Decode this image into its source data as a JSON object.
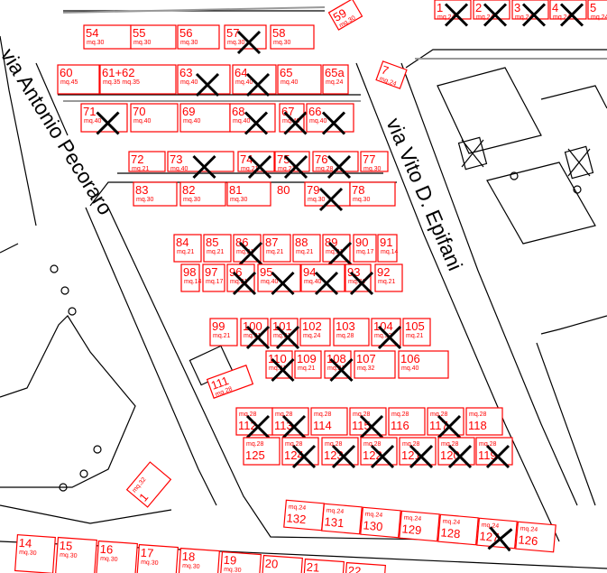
{
  "streets": {
    "left": "via Antonio Pecoraro",
    "right": "via Vito D. Epifani"
  },
  "colors": {
    "lot_outline": "#ff0000",
    "roads": "#000000",
    "cross": "#000000"
  },
  "lots": [
    {
      "n": "54",
      "a": "mq.30",
      "x": false
    },
    {
      "n": "55",
      "a": "mq.30",
      "x": false
    },
    {
      "n": "56",
      "a": "mq.30",
      "x": false
    },
    {
      "n": "57",
      "a": "mq.30",
      "x": true
    },
    {
      "n": "58",
      "a": "mq.30",
      "x": false
    },
    {
      "n": "59",
      "a": "mq.30",
      "x": false
    },
    {
      "n": "60",
      "a": "mq.45",
      "x": false
    },
    {
      "n": "61+62",
      "a": "mq.35   mq.35",
      "x": false
    },
    {
      "n": "63",
      "a": "mq.40",
      "x": true
    },
    {
      "n": "64",
      "a": "mq.40",
      "x": true
    },
    {
      "n": "65",
      "a": "mq.40",
      "x": false
    },
    {
      "n": "65a",
      "a": "mq.24",
      "x": false
    },
    {
      "n": "7",
      "a": "mq.24",
      "x": false
    },
    {
      "n": "71",
      "a": "mq.40",
      "x": true
    },
    {
      "n": "70",
      "a": "mq.40",
      "x": false
    },
    {
      "n": "69",
      "a": "mq.40",
      "x": false
    },
    {
      "n": "68",
      "a": "mq.40",
      "x": true
    },
    {
      "n": "67",
      "a": "mq.40",
      "x": true
    },
    {
      "n": "66",
      "a": "mq.40",
      "x": true
    },
    {
      "n": "72",
      "a": "mq.21",
      "x": false
    },
    {
      "n": "73",
      "a": "mq.40",
      "x": true
    },
    {
      "n": "74",
      "a": "mq.21",
      "x": true
    },
    {
      "n": "75",
      "a": "mq.21",
      "x": true
    },
    {
      "n": "76",
      "a": "mq.28",
      "x": true
    },
    {
      "n": "77",
      "a": "mq.30",
      "x": false
    },
    {
      "n": "83",
      "a": "mq.30",
      "x": false
    },
    {
      "n": "82",
      "a": "mq.30",
      "x": false
    },
    {
      "n": "81",
      "a": "mq.30",
      "x": false
    },
    {
      "n": "80",
      "a": "",
      "x": false
    },
    {
      "n": "79",
      "a": "mq.30",
      "x": true
    },
    {
      "n": "78",
      "a": "mq.30",
      "x": false
    },
    {
      "n": "84",
      "a": "mq.21",
      "x": false
    },
    {
      "n": "85",
      "a": "mq.21",
      "x": false
    },
    {
      "n": "86",
      "a": "mq.21",
      "x": true
    },
    {
      "n": "87",
      "a": "mq.21",
      "x": false
    },
    {
      "n": "88",
      "a": "mq.21",
      "x": false
    },
    {
      "n": "89",
      "a": "mq.21",
      "x": true
    },
    {
      "n": "90",
      "a": "mq.17",
      "x": false
    },
    {
      "n": "91",
      "a": "mq.14",
      "x": false
    },
    {
      "n": "98",
      "a": "mq.14",
      "x": false
    },
    {
      "n": "97",
      "a": "mq.17",
      "x": false
    },
    {
      "n": "96",
      "a": "mq.21",
      "x": true
    },
    {
      "n": "95",
      "a": "mq.40",
      "x": true
    },
    {
      "n": "94",
      "a": "mq.40",
      "x": true
    },
    {
      "n": "93",
      "a": "mq.21",
      "x": true
    },
    {
      "n": "92",
      "a": "mq.21",
      "x": false
    },
    {
      "n": "99",
      "a": "mq.21",
      "x": false
    },
    {
      "n": "100",
      "a": "mq.21",
      "x": true
    },
    {
      "n": "101",
      "a": "mq.21",
      "x": true
    },
    {
      "n": "102",
      "a": "mq.24",
      "x": false
    },
    {
      "n": "103",
      "a": "mq.28",
      "x": false
    },
    {
      "n": "104",
      "a": "mq.32",
      "x": true
    },
    {
      "n": "105",
      "a": "mq.21",
      "x": false
    },
    {
      "n": "110",
      "a": "mq.21",
      "x": true
    },
    {
      "n": "109",
      "a": "mq.21",
      "x": false
    },
    {
      "n": "108",
      "a": "mq.21",
      "x": true
    },
    {
      "n": "107",
      "a": "mq.32",
      "x": false
    },
    {
      "n": "106",
      "a": "mq.40",
      "x": false
    },
    {
      "n": "111",
      "a": "mq.28",
      "x": false
    },
    {
      "n": "112",
      "a": "mq.28",
      "x": true
    },
    {
      "n": "113",
      "a": "mq.28",
      "x": true
    },
    {
      "n": "114",
      "a": "mq.28",
      "x": false
    },
    {
      "n": "115",
      "a": "mq.28",
      "x": true
    },
    {
      "n": "116",
      "a": "mq.28",
      "x": false
    },
    {
      "n": "117",
      "a": "mq.28",
      "x": true
    },
    {
      "n": "118",
      "a": "mq.28",
      "x": false
    },
    {
      "n": "125",
      "a": "mq.28",
      "x": false
    },
    {
      "n": "124",
      "a": "mq.28",
      "x": true
    },
    {
      "n": "123",
      "a": "mq.28",
      "x": true
    },
    {
      "n": "122",
      "a": "mq.28",
      "x": true
    },
    {
      "n": "121",
      "a": "mq.28",
      "x": true
    },
    {
      "n": "120",
      "a": "mq.28",
      "x": true
    },
    {
      "n": "119",
      "a": "mq.28",
      "x": true
    },
    {
      "n": "132",
      "a": "mq.24",
      "x": false
    },
    {
      "n": "131",
      "a": "mq.24",
      "x": false
    },
    {
      "n": "130",
      "a": "mq.24",
      "x": false
    },
    {
      "n": "129",
      "a": "mq.24",
      "x": false
    },
    {
      "n": "128",
      "a": "mq.24",
      "x": false
    },
    {
      "n": "127",
      "a": "mq.24",
      "x": true
    },
    {
      "n": "126",
      "a": "mq.24",
      "x": false
    },
    {
      "n": "1",
      "a": "mq.32",
      "x": false
    },
    {
      "n": "14",
      "a": "mq.30",
      "x": false
    },
    {
      "n": "15",
      "a": "mq.30",
      "x": false
    },
    {
      "n": "16",
      "a": "mq.30",
      "x": false
    },
    {
      "n": "17",
      "a": "mq.30",
      "x": false
    },
    {
      "n": "18",
      "a": "mq.30",
      "x": false
    },
    {
      "n": "19",
      "a": "mq.30",
      "x": false
    },
    {
      "n": "20",
      "a": "",
      "x": false
    },
    {
      "n": "21",
      "a": "",
      "x": false
    },
    {
      "n": "22",
      "a": "",
      "x": false
    },
    {
      "n": "1",
      "a": "mq.24",
      "x": true
    },
    {
      "n": "2",
      "a": "mq.24",
      "x": true
    },
    {
      "n": "3",
      "a": "mq.24",
      "x": true
    },
    {
      "n": "4",
      "a": "mq.24",
      "x": true
    },
    {
      "n": "5",
      "a": "mq.24",
      "x": false
    }
  ]
}
